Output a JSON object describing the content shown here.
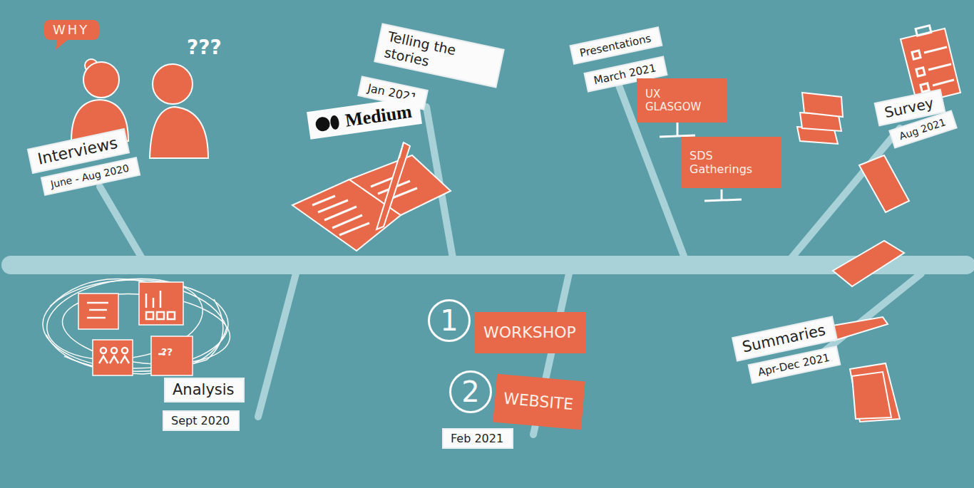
{
  "diagram": {
    "nodes": [
      {
        "text": [
          "WHY"
        ]
      },
      {
        "text": [
          "Interviews"
        ]
      },
      {
        "text": [
          "June - Aug 2020"
        ]
      },
      {
        "text": [
          "Analysis"
        ]
      },
      {
        "text": [
          "Sept 2020"
        ]
      },
      {
        "text": [
          "Telling the stories"
        ]
      },
      {
        "text": [
          "Jan 2021"
        ]
      },
      {
        "text": [
          "Medium"
        ]
      },
      {
        "text": [
          "1"
        ]
      },
      {
        "text": [
          "WORKSHOP"
        ]
      },
      {
        "text": [
          "2"
        ]
      },
      {
        "text": [
          "WEBSITE"
        ]
      },
      {
        "text": [
          "Feb 2021"
        ]
      },
      {
        "text": [
          "Presentations"
        ]
      },
      {
        "text": [
          "March 2021"
        ]
      },
      {
        "text": [
          "UX GLASGOW"
        ]
      },
      {
        "text": [
          "SDS Gatherings"
        ]
      },
      {
        "text": [
          "Survey"
        ]
      },
      {
        "text": [
          "Aug 2021"
        ]
      },
      {
        "text": [
          "Summaries"
        ]
      },
      {
        "text": [
          "Apr-Dec 2021"
        ]
      }
    ],
    "labels": [
      "???",
      "??"
    ]
  }
}
